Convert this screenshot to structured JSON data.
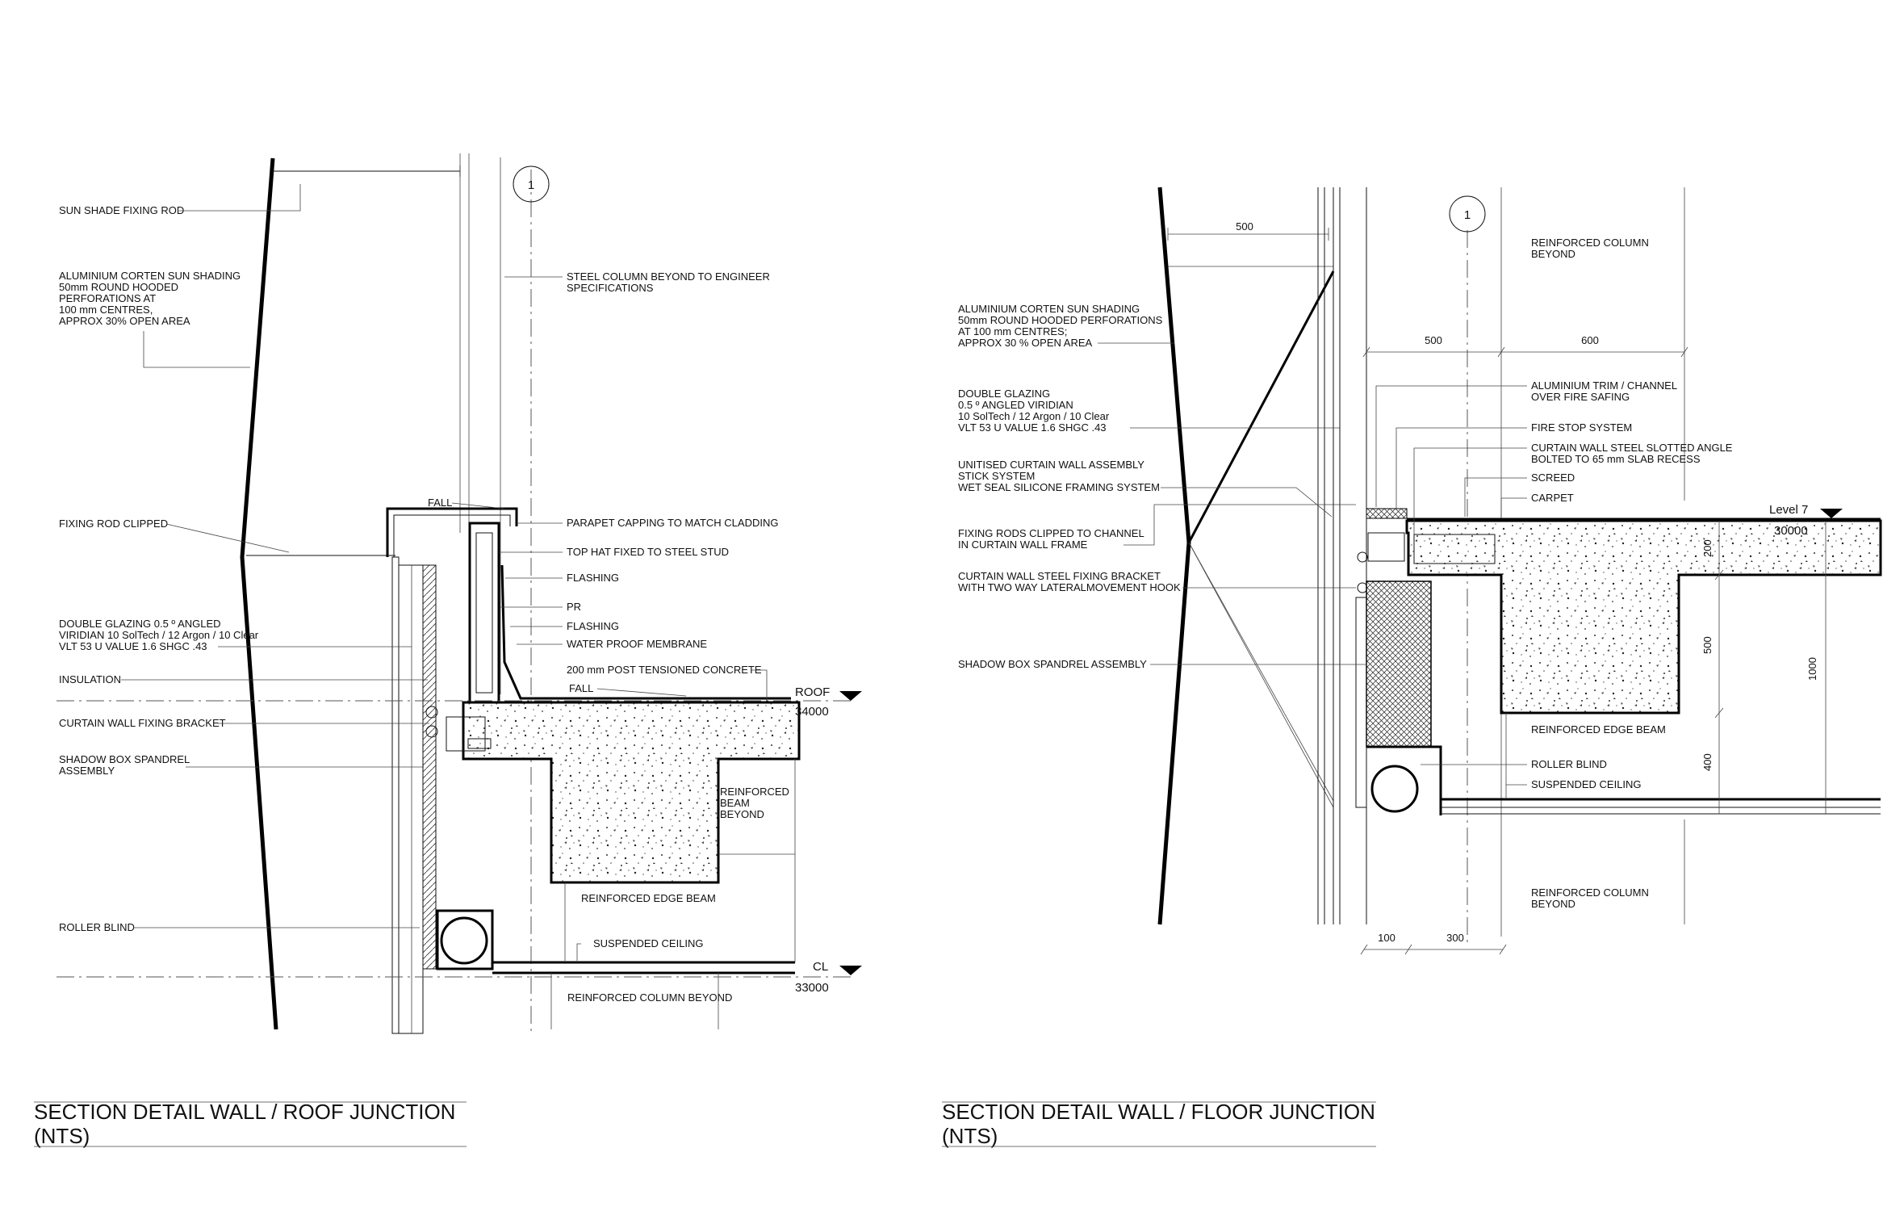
{
  "roof_detail": {
    "title": "SECTION DETAIL WALL / ROOF JUNCTION",
    "subtitle": "(NTS)",
    "grid_marker": "1",
    "labels_left": {
      "sun_shade_rod": "SUN SHADE FIXING ROD",
      "sun_shading": [
        "ALUMINIUM CORTEN SUN SHADING",
        "50mm ROUND HOODED",
        "PERFORATIONS AT",
        "100 mm CENTRES,",
        "APPROX 30% OPEN AREA"
      ],
      "fixing_rod_clipped": "FIXING ROD CLIPPED",
      "double_glazing": [
        "DOUBLE GLAZING 0.5 º ANGLED",
        "VIRIDIAN 10 SolTech / 12 Argon / 10 Clear",
        "VLT 53     U VALUE 1.6   SHGC  .43"
      ],
      "insulation": "INSULATION",
      "fixing_bracket": "CURTAIN WALL FIXING BRACKET",
      "shadow_box": [
        "SHADOW BOX SPANDREL",
        "ASSEMBLY"
      ],
      "roller_blind": "ROLLER BLIND"
    },
    "labels_right": {
      "steel_column": [
        "STEEL COLUMN BEYOND TO ENGINEER",
        "SPECIFICATIONS"
      ],
      "fall_top": "FALL",
      "parapet": "PARAPET CAPPING TO MATCH CLADDING",
      "top_hat": "TOP HAT FIXED TO STEEL STUD",
      "flashing1": "FLASHING",
      "pr": "PR",
      "flashing2": "FLASHING",
      "membrane": "WATER PROOF MEMBRANE",
      "concrete": "200 mm POST TENSIONED CONCRETE",
      "fall_bottom": "FALL",
      "beam_beyond": [
        "REINFORCED",
        "BEAM",
        "BEYOND"
      ],
      "edge_beam": "REINFORCED EDGE BEAM",
      "suspended_ceiling": "SUSPENDED CEILING",
      "column_beyond": "REINFORCED COLUMN BEYOND"
    },
    "levels": {
      "roof_name": "ROOF",
      "roof_value": "34000",
      "cl_name": "CL",
      "cl_value": "33000"
    }
  },
  "floor_detail": {
    "title": "SECTION DETAIL WALL / FLOOR JUNCTION",
    "subtitle": "(NTS)",
    "grid_marker": "1",
    "labels_left": {
      "sun_shading": [
        "ALUMINIUM CORTEN SUN SHADING",
        "50mm ROUND HOODED PERFORATIONS",
        " AT 100 mm CENTRES;",
        " APPROX 30 % OPEN AREA"
      ],
      "double_glazing": [
        "DOUBLE GLAZING",
        "0.5 º ANGLED VIRIDIAN",
        "10 SolTech / 12 Argon / 10 Clear",
        "VLT 53     U VALUE 1.6   SHGC  .43"
      ],
      "unitised": [
        "UNITISED CURTAIN WALL ASSEMBLY",
        "STICK SYSTEM",
        "WET SEAL SILICONE FRAMING SYSTEM"
      ],
      "fixing_rods": [
        "FIXING RODS CLIPPED TO CHANNEL",
        "IN CURTAIN WALL FRAME"
      ],
      "fixing_bracket": [
        "CURTAIN WALL STEEL FIXING BRACKET",
        "WITH TWO WAY LATERALMOVEMENT HOOK"
      ],
      "shadow_box": "SHADOW BOX SPANDREL ASSEMBLY"
    },
    "labels_right": {
      "column_beyond_top": [
        "REINFORCED COLUMN",
        "BEYOND"
      ],
      "trim": [
        "ALUMINIUM TRIM / CHANNEL",
        "OVER FIRE SAFING"
      ],
      "fire_stop": "FIRE STOP SYSTEM",
      "slotted_angle": [
        "CURTAIN WALL STEEL SLOTTED ANGLE",
        "BOLTED TO 65 mm SLAB RECESS"
      ],
      "screed": "SCREED",
      "carpet": "CARPET",
      "edge_beam": "REINFORCED EDGE BEAM",
      "roller_blind": "ROLLER BLIND",
      "suspended_ceiling": "SUSPENDED CEILING",
      "column_beyond_bottom": [
        "REINFORCED COLUMN",
        "BEYOND"
      ]
    },
    "levels": {
      "level_name": "Level 7",
      "level_value": "30000"
    },
    "dimensions": {
      "d500_top": "500",
      "d500": "500",
      "d600": "600",
      "d200": "200",
      "d500_vert": "500",
      "d1000": "1000",
      "d400": "400",
      "d100": "100",
      "d300": "300"
    }
  }
}
